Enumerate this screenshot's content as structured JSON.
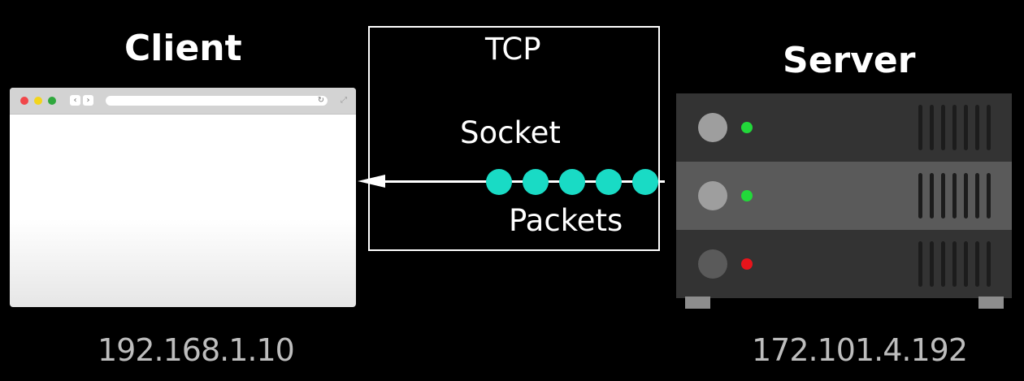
{
  "client": {
    "title": "Client",
    "ip": "192.168.1.10"
  },
  "server": {
    "title": "Server",
    "ip": "172.101.4.192",
    "units": [
      {
        "led": "green"
      },
      {
        "led": "green"
      },
      {
        "led": "red"
      }
    ]
  },
  "tcp": {
    "label": "TCP",
    "socket_label": "Socket",
    "packets_label": "Packets",
    "packet_count": 5,
    "arrow_direction": "server-to-client"
  },
  "browser": {
    "nav_back_icon": "chevron-left-icon",
    "nav_forward_icon": "chevron-right-icon",
    "reload_icon": "reload-icon",
    "expand_icon": "expand-icon"
  },
  "colors": {
    "background": "#000000",
    "packet": "#19dbc5",
    "led_green": "#22d83a",
    "led_red": "#e8141b",
    "ip_text": "#bdbdbd"
  }
}
